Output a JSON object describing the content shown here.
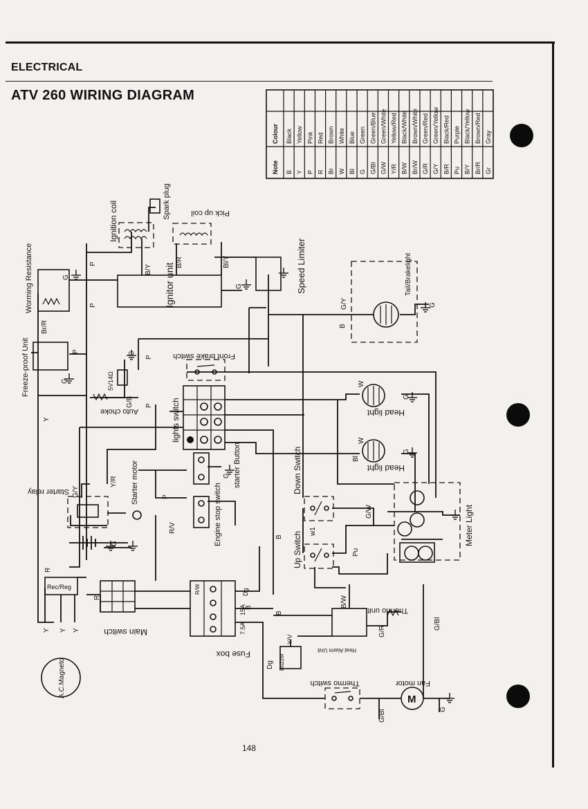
{
  "header": {
    "section": "ELECTRICAL",
    "title": "ATV 260 WIRING DIAGRAM",
    "page_number": "148"
  },
  "colour_table": {
    "col_note": "Note",
    "col_colour": "Colour",
    "rows": [
      [
        "B",
        "Black"
      ],
      [
        "Y",
        "Yellow"
      ],
      [
        "P",
        "Pink"
      ],
      [
        "R",
        "Red"
      ],
      [
        "Br",
        "Brown"
      ],
      [
        "W",
        "White"
      ],
      [
        "Bl",
        "Blue"
      ],
      [
        "G",
        "Green"
      ],
      [
        "G/Bl",
        "Green/Blue"
      ],
      [
        "G/W",
        "Green/White"
      ],
      [
        "Y/R",
        "Yellow/Red"
      ],
      [
        "B/W",
        "Black/White"
      ],
      [
        "Br/W",
        "Brown/White"
      ],
      [
        "G/R",
        "Green/Red"
      ],
      [
        "G/Y",
        "Green/Yellow"
      ],
      [
        "B/R",
        "Black/Red"
      ],
      [
        "Pu",
        "Purple"
      ],
      [
        "B/Y",
        "Black/Yellow"
      ],
      [
        "Br/R",
        "Brown/Red"
      ],
      [
        "Gr",
        "Gray"
      ]
    ]
  },
  "components": {
    "ignition_coil": "Ignition coil",
    "spark_plug": "Spark plug",
    "pick_up_coil": "Pick up coil",
    "ignitor_unit": "Ignitor unit",
    "speed_limiter": "Speed Limiter",
    "warming_resistance": "Worming Resistance",
    "freeze_proof_unit": "Freeze-proof Unit",
    "tail_brake_light": "Tail/Brakelight",
    "front_brake_switch": "Front brake switch",
    "auto_choke": "Auto choke",
    "lights_switch": "lights switch",
    "head_light_1": "Head light",
    "head_light_2": "Head light",
    "starter_button": "starter Button",
    "starter_motor": "Starter motor",
    "starter_relay": "Starter relay",
    "engine_stop_switch": "Engine stop switch",
    "down_switch": "Down Switch",
    "up_switch": "Up Switch",
    "meter_light": "Meter Light",
    "rec_reg": "Rec/Reg",
    "main_switch": "Main switch",
    "fuse_box": "Fuse box",
    "ac_magneto": "A.C.Magneto",
    "thermo_unit": "Thermo unit",
    "heat_alarm_unit": "Heat Alarm Unit",
    "buzzer": "Buzzer",
    "thermo_switch": "Thermo switch",
    "fan_motor": "Fan motor",
    "fuse_15a": "15A",
    "fuse_7_5a": "7.5A",
    "diode": "5V14Ω",
    "w1": "w1"
  },
  "wire_labels": {
    "p1": "P",
    "p2": "P",
    "p3": "P",
    "p4": "P",
    "p5": "P",
    "p6": "P",
    "by1": "B/Y",
    "br1": "B/R",
    "bly": "Bl/Y",
    "gy1": "G/Y",
    "gy2": "G/Y",
    "b1": "B",
    "b2": "B",
    "b3": "B",
    "b4": "B",
    "g1": "G",
    "g2": "G",
    "g3": "G",
    "g4": "G",
    "g5": "G",
    "g6": "G",
    "g7": "G",
    "g8": "G",
    "g9": "G",
    "g10": "G",
    "brr": "Br/R",
    "y1": "Y",
    "y2": "Y",
    "y3": "Y",
    "y4": "Y",
    "gb": "G/B",
    "w1": "W",
    "w2": "W",
    "bl": "Bl",
    "yr1": "Y/R",
    "rv": "R/V",
    "r1": "R",
    "r2": "R",
    "gw": "G/W",
    "pu": "Pu",
    "bw": "B/W",
    "gr": "G/R",
    "gbl1": "G/Bl",
    "gbl2": "G/Bl",
    "yv": "Y/V",
    "dg1": "Dg",
    "dg2": "Dg",
    "rw": "R/W"
  }
}
